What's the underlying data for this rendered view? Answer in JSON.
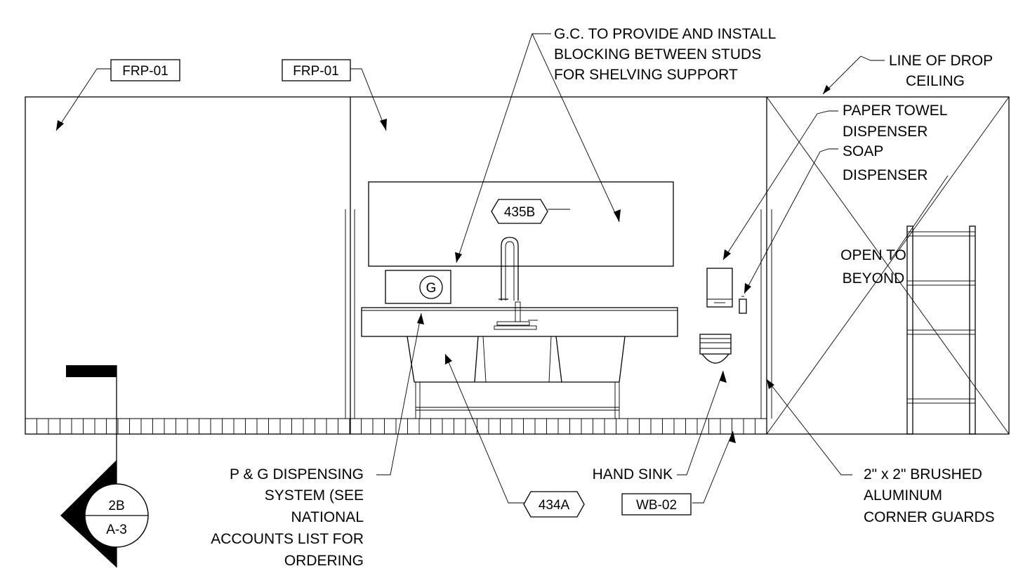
{
  "notes": {
    "frp_left": "FRP-01",
    "frp_mid": "FRP-01",
    "gc_blocking": [
      "G.C. TO PROVIDE AND INSTALL",
      "BLOCKING BETWEEN STUDS",
      "FOR SHELVING SUPPORT"
    ],
    "drop_ceiling": [
      "LINE OF DROP",
      "CEILING"
    ],
    "paper_towel": [
      "PAPER TOWEL",
      "DISPENSER"
    ],
    "soap": [
      "SOAP",
      "DISPENSER"
    ],
    "open_beyond": [
      "OPEN TO",
      "BEYOND"
    ],
    "pg_system": [
      "P & G DISPENSING",
      "SYSTEM (SEE",
      "NATIONAL",
      "ACCOUNTS LIST FOR",
      "ORDERING"
    ],
    "hand_sink": "HAND SINK",
    "corner_guards": [
      "2\" x 2\" BRUSHED",
      "ALUMINUM",
      "CORNER GUARDS"
    ]
  },
  "tags": {
    "shelf_tag": "435B",
    "sink_tag": "434A",
    "wall_base": "WB-02",
    "pg_symbol": "G"
  },
  "section_marker": {
    "detail": "2B",
    "sheet": "A-3"
  }
}
